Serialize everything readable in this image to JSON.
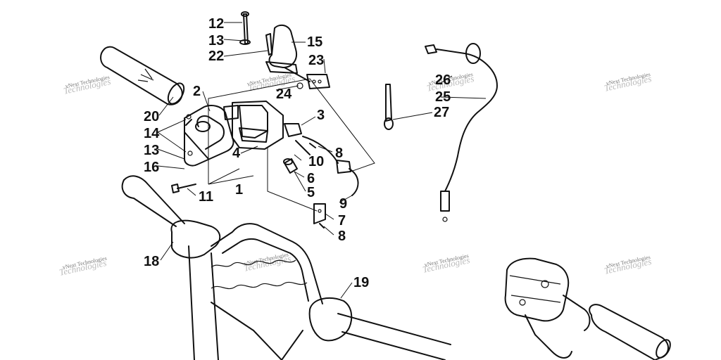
{
  "watermark": {
    "text": "vNext Technologies"
  },
  "callouts": [
    {
      "id": "12",
      "label": "12"
    },
    {
      "id": "13a",
      "label": "13"
    },
    {
      "id": "22",
      "label": "22"
    },
    {
      "id": "15",
      "label": "15"
    },
    {
      "id": "23",
      "label": "23"
    },
    {
      "id": "24",
      "label": "24"
    },
    {
      "id": "2",
      "label": "2"
    },
    {
      "id": "3",
      "label": "3"
    },
    {
      "id": "20",
      "label": "20"
    },
    {
      "id": "14",
      "label": "14"
    },
    {
      "id": "13b",
      "label": "13"
    },
    {
      "id": "16",
      "label": "16"
    },
    {
      "id": "4",
      "label": "4"
    },
    {
      "id": "8a",
      "label": "8"
    },
    {
      "id": "10",
      "label": "10"
    },
    {
      "id": "6",
      "label": "6"
    },
    {
      "id": "1",
      "label": "1"
    },
    {
      "id": "5",
      "label": "5"
    },
    {
      "id": "11",
      "label": "11"
    },
    {
      "id": "9",
      "label": "9"
    },
    {
      "id": "7",
      "label": "7"
    },
    {
      "id": "8b",
      "label": "8"
    },
    {
      "id": "26",
      "label": "26"
    },
    {
      "id": "25",
      "label": "25"
    },
    {
      "id": "27",
      "label": "27"
    },
    {
      "id": "18",
      "label": "18"
    },
    {
      "id": "19",
      "label": "19"
    }
  ]
}
